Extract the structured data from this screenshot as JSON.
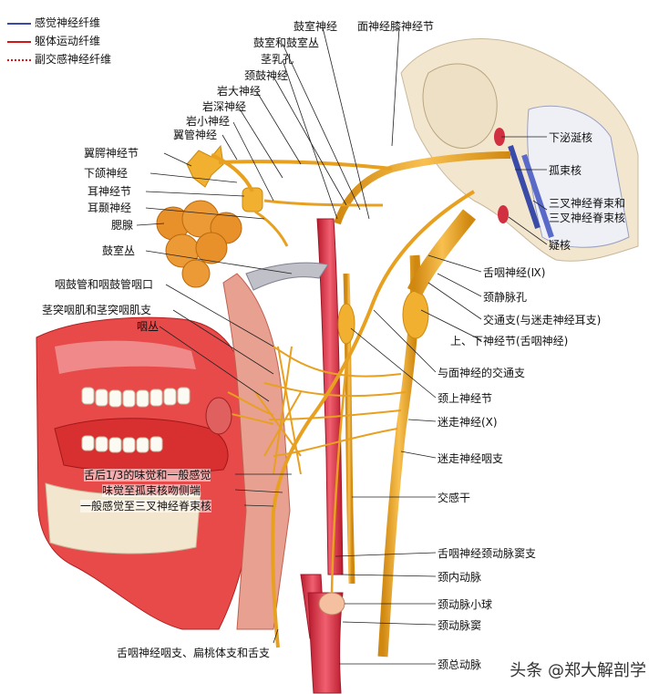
{
  "legend": [
    {
      "label": "感觉神经纤维",
      "color": "#3a4aa8",
      "style": "solid"
    },
    {
      "label": "躯体运动纤维",
      "color": "#d01818",
      "style": "solid"
    },
    {
      "label": "副交感神经纤维",
      "color": "#d01818",
      "style": "dotted"
    }
  ],
  "labels": {
    "tympanic_nerve": "鼓室神经",
    "geniculate_ganglion": "面神经膝神经节",
    "tympanic_plexus_cavity": "鼓室和鼓室丛",
    "stylomastoid_foramen": "茎乳孔",
    "carotico_tympanic": "颈鼓神经",
    "greater_petrosal": "岩大神经",
    "deep_petrosal": "岩深神经",
    "lesser_petrosal": "岩小神经",
    "pterygoid_canal": "翼管神经",
    "pterygopalatine_ganglion": "翼腭神经节",
    "mandibular_nerve": "下颌神经",
    "otic_ganglion": "耳神经节",
    "auriculotemporal": "耳颞神经",
    "parotid": "腮腺",
    "tympanic_plexus": "鼓室丛",
    "pharyngotympanic": "咽鼓管和咽鼓管咽口",
    "stylopharyngeus": "茎突咽肌和茎突咽肌支",
    "pharyngeal_plexus": "咽丛",
    "inf_salivatory": "下泌涎核",
    "solitary_nucleus": "孤束核",
    "trigeminal_spinal_1": "三叉神经脊束和",
    "trigeminal_spinal_2": "三叉神经脊束核",
    "nucleus_ambiguus": "疑核",
    "glossopharyngeal": "舌咽神经(Ⅸ)",
    "jugular_foramen": "颈静脉孔",
    "communicating_vagus": "交通支(与迷走神经耳支)",
    "sup_inf_ganglia": "上、下神经节(舌咽神经)",
    "comm_facial": "与面神经的交通支",
    "sup_cervical_ganglion": "颈上神经节",
    "vagus": "迷走神经(X)",
    "vagus_pharyngeal": "迷走神经咽支",
    "sympathetic_trunk": "交感干",
    "carotid_sinus_branch": "舌咽神经颈动脉窦支",
    "internal_carotid": "颈内动脉",
    "carotid_body": "颈动脉小球",
    "carotid_sinus": "颈动脉窦",
    "common_carotid": "颈总动脉",
    "tongue_1": "舌后1/3的味觉和一般感觉",
    "tongue_2": "味觉至孤束核吻侧端",
    "tongue_3": "一般感觉至三叉神经脊束核",
    "branches_bottom": "舌咽神经咽支、扁桃体支和舌支"
  },
  "watermark": "头条 @郑大解剖学",
  "colors": {
    "nerve": "#e8a020",
    "artery": "#e03040",
    "muscle": "#d42828",
    "sensory_nerve": "#3a4aa8",
    "gland": "#e8902a",
    "bone": "#f3e6cf"
  }
}
